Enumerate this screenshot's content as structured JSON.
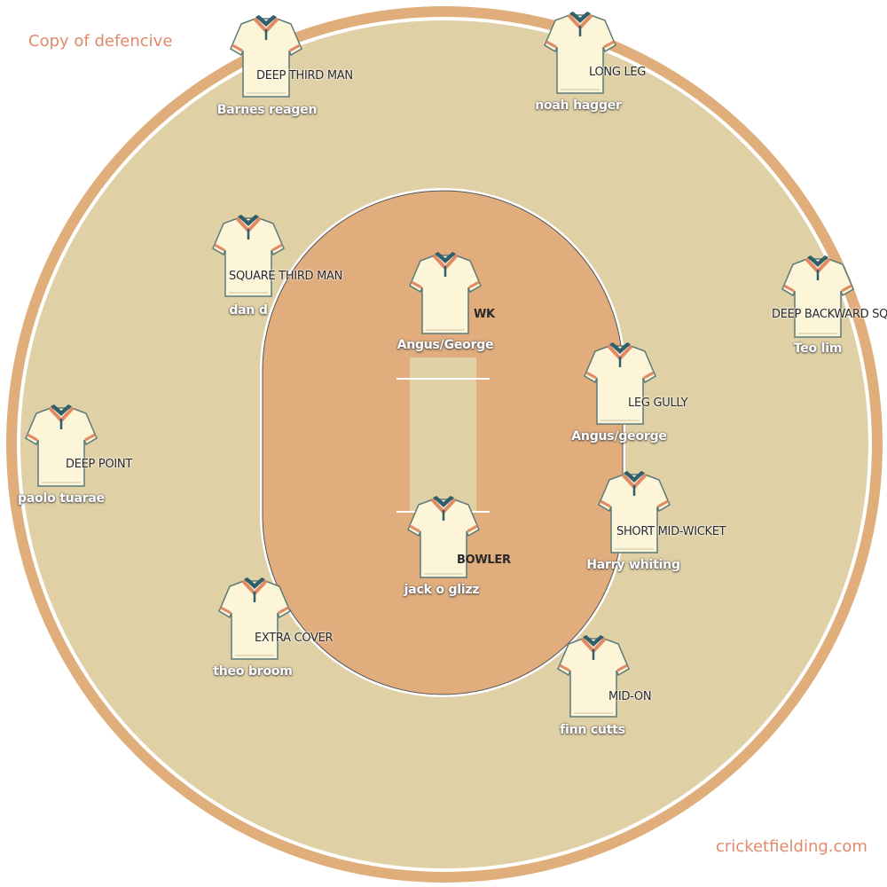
{
  "title": "Copy of defencive",
  "credit": "cricketfielding.com",
  "colors": {
    "boundary_ring": "#e0ae7a",
    "outfield": "#e0d0a6",
    "infield": "#e1ad7d",
    "pitch": "#e0d0a6",
    "shirt": "#fdf5d8",
    "collar": "#2f5f6a",
    "trim": "#e08a66"
  },
  "players": [
    {
      "position": "DEEP THIRD MAN",
      "name": "Barnes reagen",
      "icon": "shirt-icon"
    },
    {
      "position": "LONG LEG",
      "name": "noah hagger",
      "icon": "shirt-icon"
    },
    {
      "position": "SQUARE THIRD MAN",
      "name": "dan d",
      "icon": "shirt-icon"
    },
    {
      "position": "WK",
      "name": "Angus/George",
      "icon": "shirt-icon"
    },
    {
      "position": "DEEP BACKWARD  SQ",
      "name": "Teo lim",
      "icon": "shirt-icon"
    },
    {
      "position": "LEG GULLY",
      "name": "Angus/george",
      "icon": "shirt-icon"
    },
    {
      "position": "DEEP POINT",
      "name": "paolo tuarae",
      "icon": "shirt-icon"
    },
    {
      "position": "SHORT MID-WICKET",
      "name": "Harry whiting",
      "icon": "shirt-icon"
    },
    {
      "position": "BOWLER",
      "name": "jack o glizz",
      "icon": "shirt-icon"
    },
    {
      "position": "EXTRA COVER",
      "name": "theo broom",
      "icon": "shirt-icon"
    },
    {
      "position": "MID-ON",
      "name": "finn cutts",
      "icon": "shirt-icon"
    }
  ]
}
